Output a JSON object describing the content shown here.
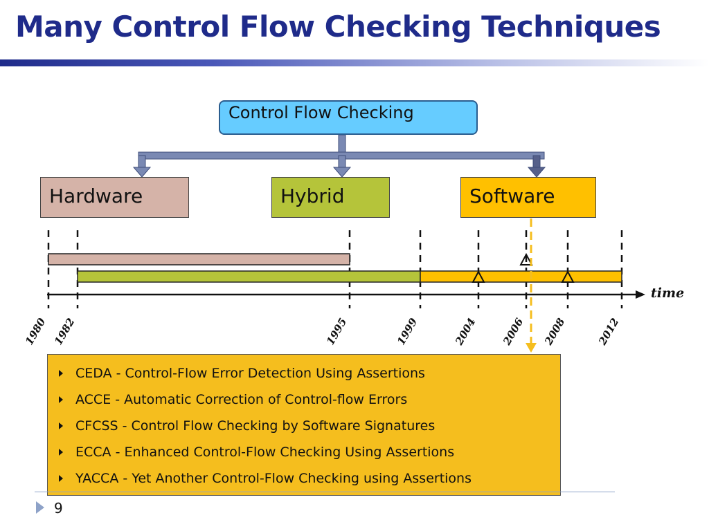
{
  "slide": {
    "title": "Many Control Flow Checking Techniques",
    "page_number": "9"
  },
  "tree": {
    "root": "Control Flow Checking",
    "children": [
      "Hardware",
      "Hybrid",
      "Software"
    ]
  },
  "timeline": {
    "axis_label": "time",
    "years": [
      "1980",
      "1982",
      "1995",
      "1999",
      "2004",
      "2006",
      "2008",
      "2012"
    ],
    "bars": [
      {
        "category": "Hardware",
        "start": 1980,
        "end": 1995,
        "color": "#d5b3a8"
      },
      {
        "category": "Hybrid",
        "start": 1982,
        "end": 1999,
        "color": "#b5c43a"
      },
      {
        "category": "Software",
        "start": 1999,
        "end": 2012,
        "color": "#ffc000"
      }
    ],
    "markers": [
      2004,
      2006,
      2008
    ]
  },
  "techniques": [
    "CEDA - Control-Flow Error Detection Using Assertions",
    "ACCE - Automatic Correction of Control-flow Errors",
    "CFCSS - Control Flow Checking by Software Signatures",
    "ECCA - Enhanced Control-Flow Checking Using Assertions",
    "YACCA - Yet Another Control-Flow Checking using Assertions"
  ],
  "colors": {
    "title": "#1f2b8a",
    "root_box": "#66ccff",
    "hardware": "#d5b3a8",
    "hybrid": "#b5c43a",
    "software": "#ffc000",
    "list_box": "#f5be1e",
    "connector": "#7a89b3"
  }
}
